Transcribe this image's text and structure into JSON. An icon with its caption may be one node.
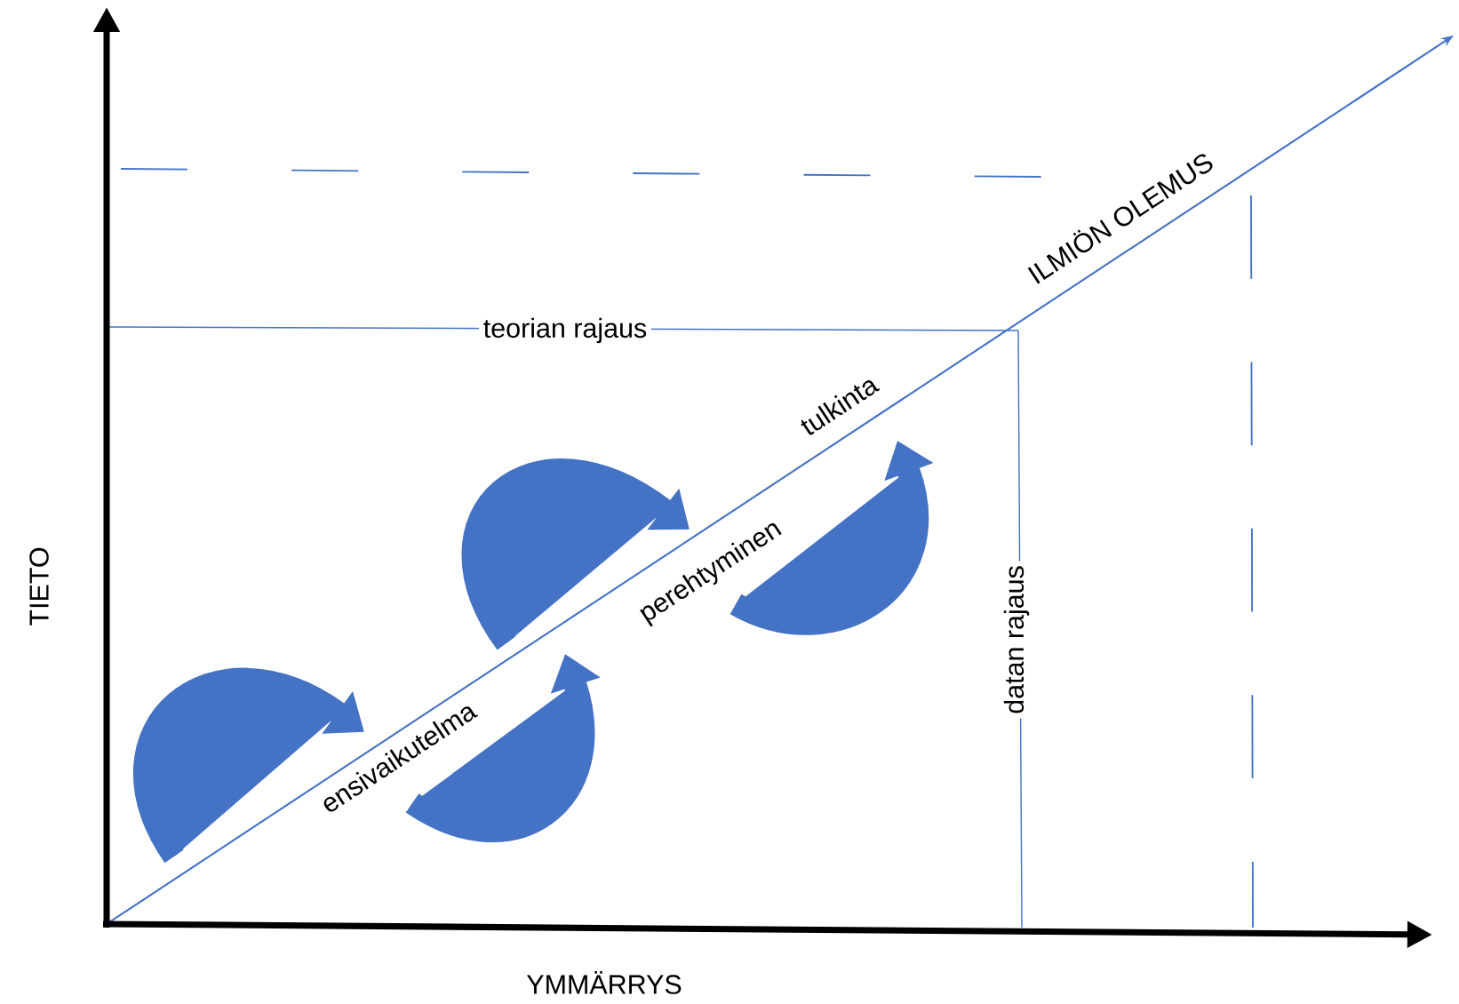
{
  "diagram": {
    "labels": [
      "TIETO",
      "ILMIÖN OLEMUS",
      "teorian rajaus",
      "tulkinta",
      "perehtyminen",
      "ensivaikutelma",
      "datan rajaus",
      "YMMÄRRYS"
    ]
  }
}
